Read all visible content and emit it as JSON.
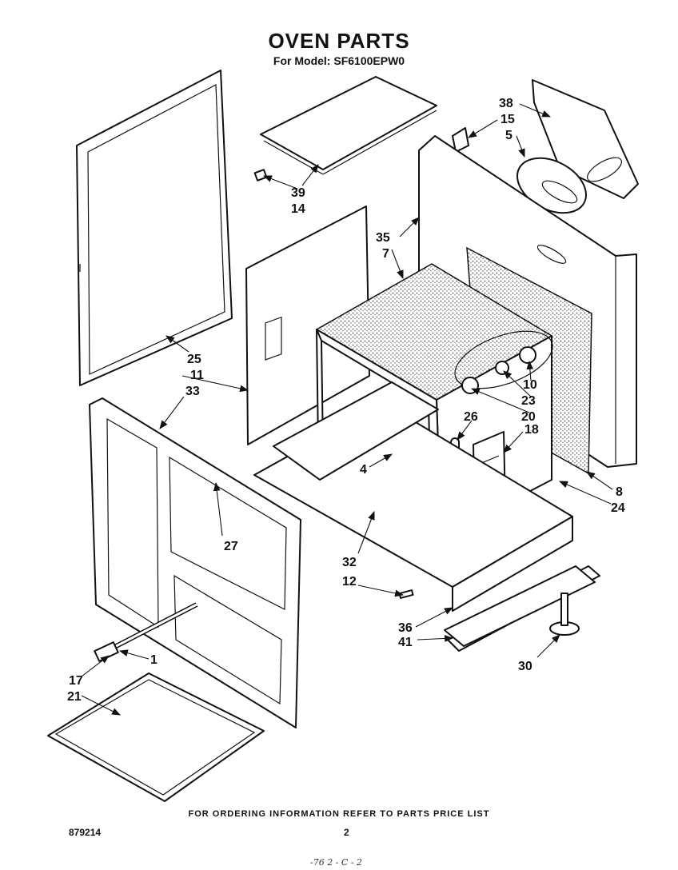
{
  "header": {
    "title": "OVEN PARTS",
    "subtitle": "For Model: SF6100EPW0"
  },
  "footer": {
    "ordering_note": "FOR ORDERING INFORMATION REFER TO PARTS PRICE LIST",
    "document_number": "879214",
    "page_number": "2",
    "handwritten_note": "-76 2 - C - 2"
  },
  "part_labels": {
    "p38": "38",
    "p15": "15",
    "p5": "5",
    "p39": "39",
    "p14": "14",
    "p35": "35",
    "p7": "7",
    "p25": "25",
    "p11": "11",
    "p33": "33",
    "p10": "10",
    "p23": "23",
    "p20": "20",
    "p26": "26",
    "p18": "18",
    "p4": "4",
    "p8": "8",
    "p24": "24",
    "p27": "27",
    "p32": "32",
    "p12": "12",
    "p36": "36",
    "p41": "41",
    "p30": "30",
    "p1": "1",
    "p17": "17",
    "p21": "21"
  }
}
